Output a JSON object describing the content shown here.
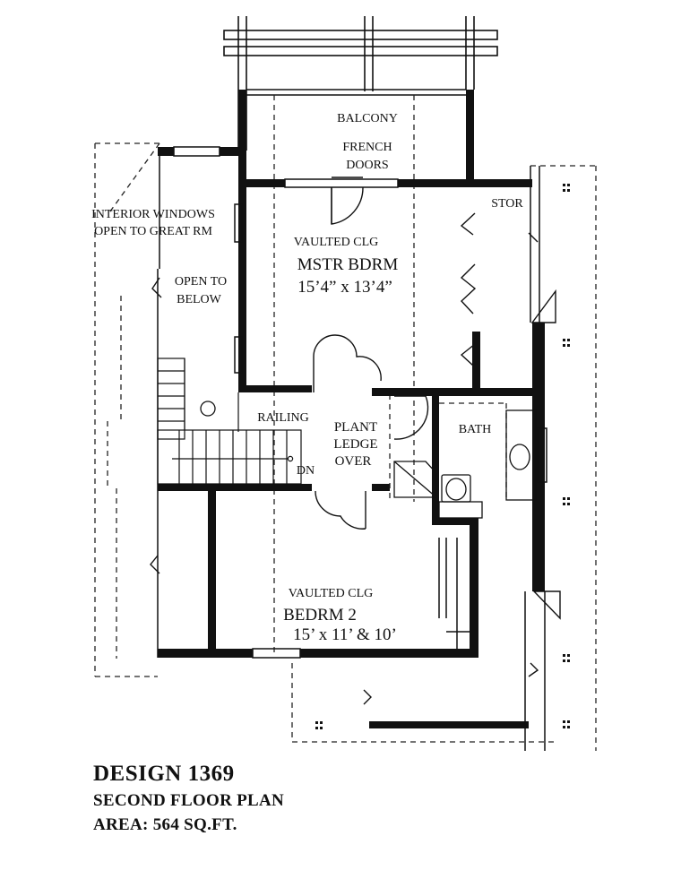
{
  "rooms": {
    "balcony": "BALCONY",
    "french_doors_1": "FRENCH",
    "french_doors_2": "DOORS",
    "stor": "STOR",
    "interior_windows_1": "INTERIOR WINDOWS",
    "interior_windows_2": "OPEN TO GREAT RM",
    "open_to_below_1": "OPEN TO",
    "open_to_below_2": "BELOW",
    "mstr_vaulted": "VAULTED CLG",
    "mstr_name": "MSTR BDRM",
    "mstr_size": "15’4” x 13’4”",
    "railing": "RAILING",
    "plant_1": "PLANT",
    "plant_2": "LEDGE",
    "plant_3": "OVER",
    "bath": "BATH",
    "dn": "DN",
    "bed2_vaulted": "VAULTED CLG",
    "bed2_name": "BEDRM 2",
    "bed2_size": "15’ x 11’ & 10’"
  },
  "footer": {
    "design": "DESIGN 1369",
    "plan": "SECOND FLOOR PLAN",
    "area": "AREA: 564 SQ.FT."
  }
}
